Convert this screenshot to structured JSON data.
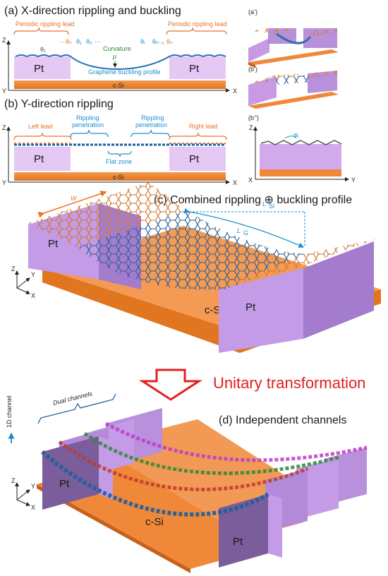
{
  "panel_a": {
    "title": "(a) X-direction rippling and buckling",
    "lead_left": "Periodic rippling lead",
    "lead_right": "Periodic rippling lead",
    "theta_labels": [
      "θ₁",
      "θₙ",
      "θ₁",
      "θ₂",
      "θᵢ",
      "θₙ₋₁",
      "θₙ",
      "···",
      "···"
    ],
    "curvature": "Curvature",
    "mu": "μ",
    "buckling": "Graphene buckling profile",
    "pt_left": "Pt",
    "pt_right": "Pt",
    "substrate": "c-Si",
    "axis_z": "Z",
    "axis_y": "Y",
    "axis_x": "X"
  },
  "panel_a_prime": {
    "label": "(a’)"
  },
  "panel_b_prime": {
    "label": "(b’)"
  },
  "panel_b_dprime": {
    "label": "(b’’)",
    "angle": "φⱼ",
    "axis_z": "Z",
    "axis_x": "X",
    "axis_y": "Y"
  },
  "panel_b": {
    "title": "(b) Y-direction rippling",
    "left_lead": "Left lead",
    "right_lead": "Right lead",
    "pen_left": "Rippling\npenetration",
    "pen_right": "Rippling\npenetration",
    "flat_zone": "Flat zone",
    "pt_left": "Pt",
    "pt_right": "Pt",
    "substrate": "c-Si",
    "axis_z": "Z",
    "axis_y": "Y",
    "axis_x": "X"
  },
  "panel_c": {
    "title": "(c) Combined rippling ⊕ buckling profile",
    "width_label": "W",
    "lsi_label": "L",
    "lsi_sub": "Si",
    "lg_label": "L",
    "lg_sub": "G",
    "pt_left": "Pt",
    "pt_right": "Pt",
    "substrate": "c-Si",
    "axis_z": "Z",
    "axis_y": "Y",
    "axis_x": "X"
  },
  "transform": {
    "label": "Unitary transformation"
  },
  "panel_d": {
    "title": "(d) Independent channels",
    "dual": "Dual channels",
    "one_d": "1D channel",
    "pt_left": "Pt",
    "pt_right": "Pt",
    "substrate": "c-Si",
    "axis_z": "Z",
    "axis_y": "Y",
    "axis_x": "X"
  },
  "colors": {
    "pt_face": "#d4a8ec",
    "pt_side": "#a87ccc",
    "pt_top": "#b890dc",
    "si": "#f0883a",
    "si_dark": "#c8601c",
    "graphene_blue": "#2a70b0",
    "graphene_orange": "#d87830",
    "accent_orange": "#e8732a",
    "accent_blue": "#1d8fcf",
    "accent_red": "#e02020"
  }
}
